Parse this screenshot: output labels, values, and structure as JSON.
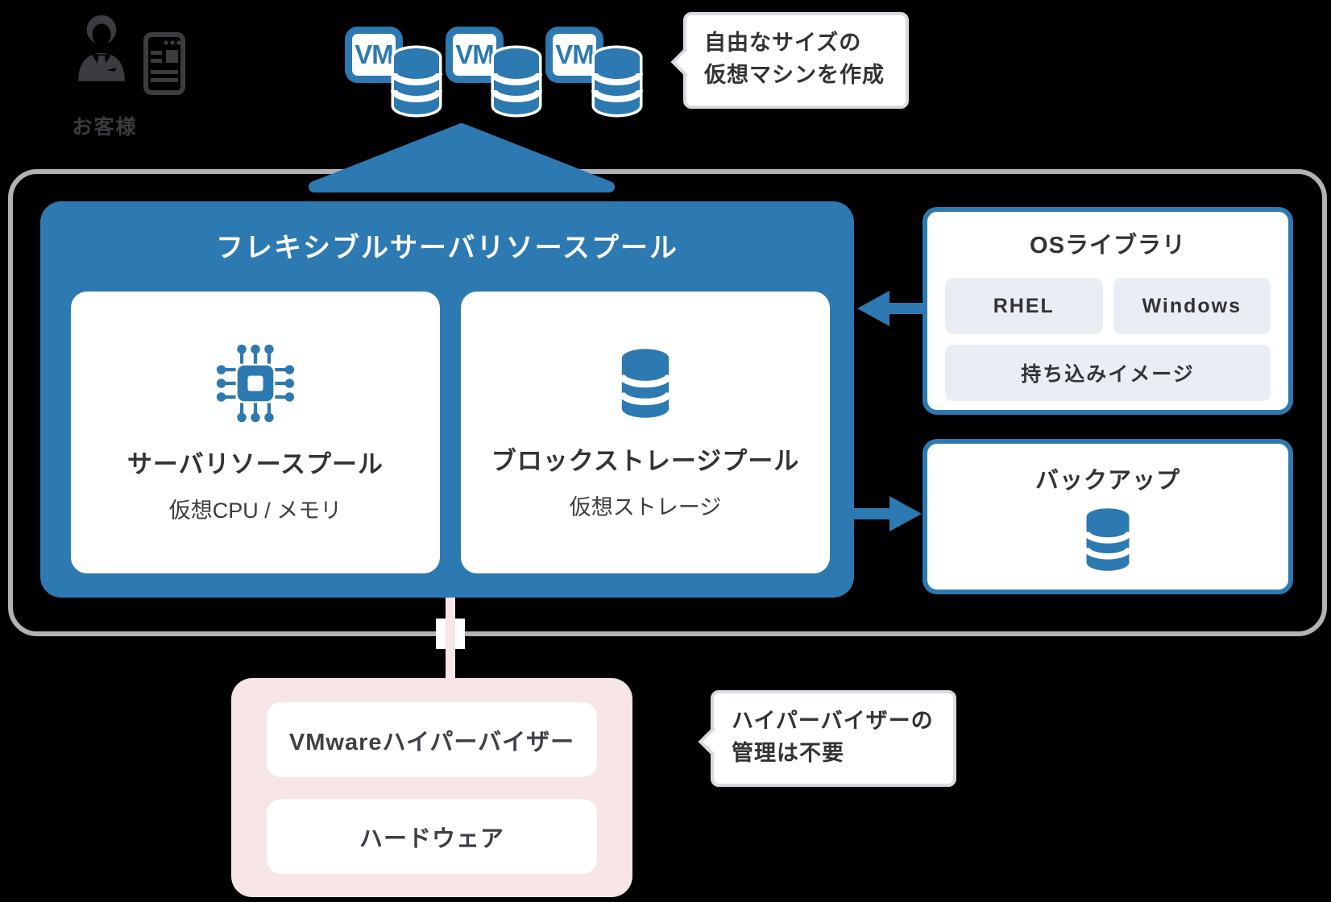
{
  "colors": {
    "accent_blue": "#2d79b1",
    "icon_dark": "#3b3b40",
    "chip_bg": "#e8eef4",
    "pink": "#f8e5e8",
    "outer_border_gray": "#b3b3b3",
    "bubble_border_gray": "#d8dce0",
    "text_dark": "#333333"
  },
  "customer": {
    "label": "お客様"
  },
  "vm_units": [
    {
      "label": "VM"
    },
    {
      "label": "VM"
    },
    {
      "label": "VM"
    }
  ],
  "bubble_top": {
    "line1": "自由なサイズの",
    "line2": "仮想マシンを作成"
  },
  "bubble_bottom": {
    "line1": "ハイパーバイザーの",
    "line2": "管理は不要"
  },
  "pool": {
    "title": "フレキシブルサーバリソースプール",
    "server_card": {
      "title": "サーバリソースプール",
      "subtitle": "仮想CPU / メモリ"
    },
    "storage_card": {
      "title": "ブロックストレージプール",
      "subtitle": "仮想ストレージ"
    }
  },
  "os_library": {
    "title": "OSライブラリ",
    "chips": [
      "RHEL",
      "Windows",
      "持ち込みイメージ"
    ]
  },
  "backup": {
    "title": "バックアップ"
  },
  "hypervisor": {
    "vmware": "VMwareハイパーバイザー",
    "hardware": "ハードウェア"
  }
}
